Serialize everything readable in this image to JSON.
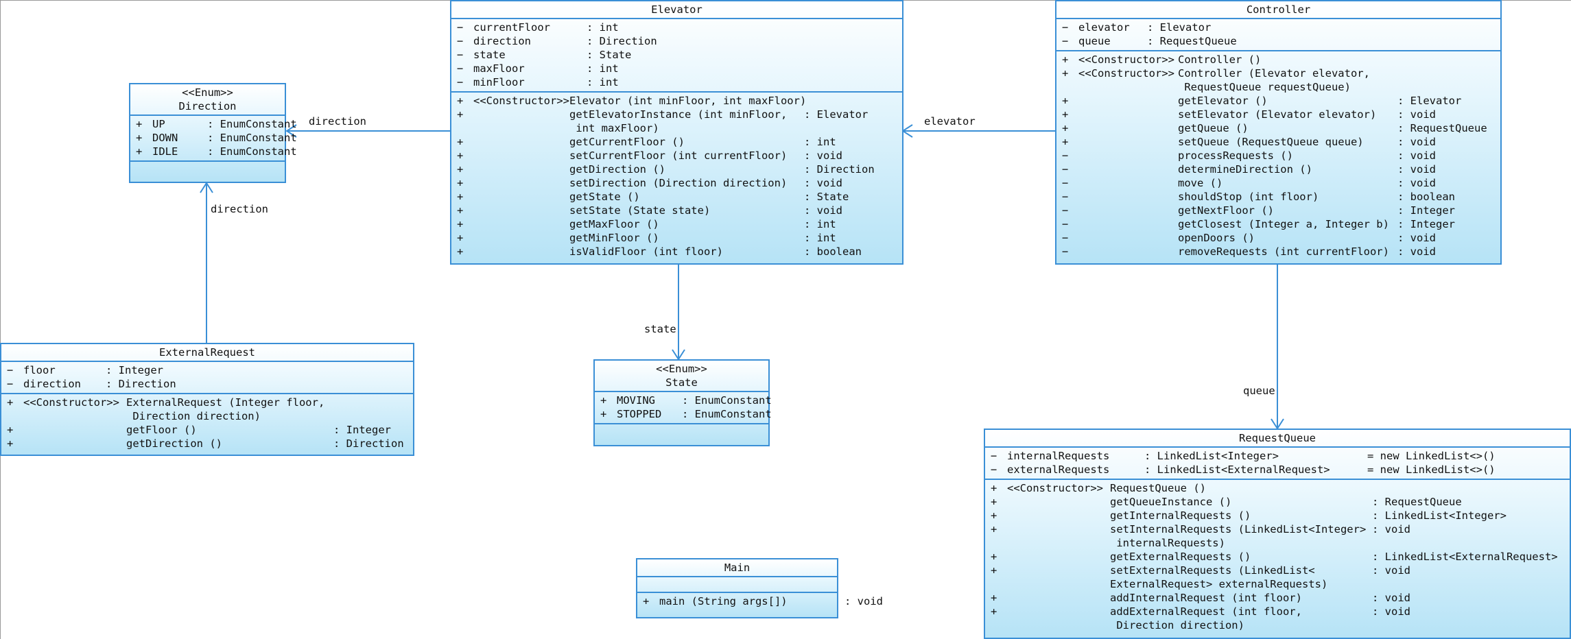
{
  "classes": {
    "elevator": {
      "name": "Elevator",
      "attributes": [
        {
          "vis": "−",
          "name": "currentFloor",
          "type": ": int"
        },
        {
          "vis": "−",
          "name": "direction",
          "type": ": Direction"
        },
        {
          "vis": "−",
          "name": "state",
          "type": ": State"
        },
        {
          "vis": "−",
          "name": "maxFloor",
          "type": ": int"
        },
        {
          "vis": "−",
          "name": "minFloor",
          "type": ": int"
        }
      ],
      "methods": [
        {
          "vis": "+",
          "stereo": "<<Constructor>>",
          "sig": "Elevator (int minFloor, int maxFloor)",
          "ret": ""
        },
        {
          "vis": "+",
          "stereo": "",
          "sig": "getElevatorInstance (int minFloor,",
          "ret": ": Elevator"
        },
        {
          "vis": "",
          "stereo": "",
          "sig": " int maxFloor)",
          "ret": ""
        },
        {
          "vis": "+",
          "stereo": "",
          "sig": "getCurrentFloor ()",
          "ret": ": int"
        },
        {
          "vis": "+",
          "stereo": "",
          "sig": "setCurrentFloor (int currentFloor)",
          "ret": ": void"
        },
        {
          "vis": "+",
          "stereo": "",
          "sig": "getDirection ()",
          "ret": ": Direction"
        },
        {
          "vis": "+",
          "stereo": "",
          "sig": "setDirection (Direction direction)",
          "ret": ": void"
        },
        {
          "vis": "+",
          "stereo": "",
          "sig": "getState ()",
          "ret": ": State"
        },
        {
          "vis": "+",
          "stereo": "",
          "sig": "setState (State state)",
          "ret": ": void"
        },
        {
          "vis": "+",
          "stereo": "",
          "sig": "getMaxFloor ()",
          "ret": ": int"
        },
        {
          "vis": "+",
          "stereo": "",
          "sig": "getMinFloor ()",
          "ret": ": int"
        },
        {
          "vis": "+",
          "stereo": "",
          "sig": "isValidFloor (int floor)",
          "ret": ": boolean"
        }
      ]
    },
    "controller": {
      "name": "Controller",
      "attributes": [
        {
          "vis": "−",
          "name": "elevator",
          "type": ": Elevator"
        },
        {
          "vis": "−",
          "name": "queue",
          "type": ": RequestQueue"
        }
      ],
      "methods": [
        {
          "vis": "+",
          "stereo": "<<Constructor>>",
          "sig": "Controller ()",
          "ret": ""
        },
        {
          "vis": "+",
          "stereo": "<<Constructor>>",
          "sig": "Controller (Elevator elevator,",
          "ret": ""
        },
        {
          "vis": "",
          "stereo": "",
          "sig": " RequestQueue requestQueue)",
          "ret": ""
        },
        {
          "vis": "+",
          "stereo": "",
          "sig": "getElevator ()",
          "ret": ": Elevator"
        },
        {
          "vis": "+",
          "stereo": "",
          "sig": "setElevator (Elevator elevator)",
          "ret": ": void"
        },
        {
          "vis": "+",
          "stereo": "",
          "sig": "getQueue ()",
          "ret": ": RequestQueue"
        },
        {
          "vis": "+",
          "stereo": "",
          "sig": "setQueue (RequestQueue queue)",
          "ret": ": void"
        },
        {
          "vis": "−",
          "stereo": "",
          "sig": "processRequests ()",
          "ret": ": void"
        },
        {
          "vis": "−",
          "stereo": "",
          "sig": "determineDirection ()",
          "ret": ": void"
        },
        {
          "vis": "−",
          "stereo": "",
          "sig": "move ()",
          "ret": ": void"
        },
        {
          "vis": "−",
          "stereo": "",
          "sig": "shouldStop (int floor)",
          "ret": ": boolean"
        },
        {
          "vis": "−",
          "stereo": "",
          "sig": "getNextFloor ()",
          "ret": ": Integer"
        },
        {
          "vis": "−",
          "stereo": "",
          "sig": "getClosest (Integer a, Integer b)",
          "ret": ": Integer"
        },
        {
          "vis": "−",
          "stereo": "",
          "sig": "openDoors ()",
          "ret": ": void"
        },
        {
          "vis": "−",
          "stereo": "",
          "sig": "removeRequests (int currentFloor)",
          "ret": ": void"
        }
      ]
    },
    "direction": {
      "stereotype": "<<Enum>>",
      "name": "Direction",
      "attributes": [
        {
          "vis": "+",
          "name": "UP",
          "type": ": EnumConstant"
        },
        {
          "vis": "+",
          "name": "DOWN",
          "type": ": EnumConstant"
        },
        {
          "vis": "+",
          "name": "IDLE",
          "type": ": EnumConstant"
        }
      ]
    },
    "state": {
      "stereotype": "<<Enum>>",
      "name": "State",
      "attributes": [
        {
          "vis": "+",
          "name": "MOVING",
          "type": ": EnumConstant"
        },
        {
          "vis": "+",
          "name": "STOPPED",
          "type": ": EnumConstant"
        }
      ]
    },
    "external_request": {
      "name": "ExternalRequest",
      "attributes": [
        {
          "vis": "−",
          "name": "floor",
          "type": ": Integer"
        },
        {
          "vis": "−",
          "name": "direction",
          "type": ": Direction"
        }
      ],
      "methods": [
        {
          "vis": "+",
          "stereo": "<<Constructor>>",
          "sig": "ExternalRequest (Integer floor,",
          "ret": ""
        },
        {
          "vis": "",
          "stereo": "",
          "sig": " Direction direction)",
          "ret": ""
        },
        {
          "vis": "+",
          "stereo": "",
          "sig": "getFloor ()",
          "ret": ": Integer"
        },
        {
          "vis": "+",
          "stereo": "",
          "sig": "getDirection ()",
          "ret": ": Direction"
        }
      ]
    },
    "request_queue": {
      "name": "RequestQueue",
      "attributes": [
        {
          "vis": "−",
          "name": "internalRequests",
          "type": ": LinkedList<Integer>",
          "init": "= new LinkedList<>()"
        },
        {
          "vis": "−",
          "name": "externalRequests",
          "type": ": LinkedList<ExternalRequest>",
          "init": "= new LinkedList<>()"
        }
      ],
      "methods": [
        {
          "vis": "+",
          "stereo": "<<Constructor>>",
          "sig": "RequestQueue ()",
          "ret": ""
        },
        {
          "vis": "+",
          "stereo": "",
          "sig": "getQueueInstance ()",
          "ret": ": RequestQueue"
        },
        {
          "vis": "+",
          "stereo": "",
          "sig": "getInternalRequests ()",
          "ret": ": LinkedList<Integer>"
        },
        {
          "vis": "+",
          "stereo": "",
          "sig": "setInternalRequests (LinkedList<Integer>",
          "ret": ": void"
        },
        {
          "vis": "",
          "stereo": "",
          "sig": " internalRequests)",
          "ret": ""
        },
        {
          "vis": "+",
          "stereo": "",
          "sig": "getExternalRequests ()",
          "ret": ": LinkedList<ExternalRequest>"
        },
        {
          "vis": "+",
          "stereo": "",
          "sig": "setExternalRequests (LinkedList<",
          "ret": ": void"
        },
        {
          "vis": "",
          "stereo": "",
          "sig": "ExternalRequest> externalRequests)",
          "ret": ""
        },
        {
          "vis": "+",
          "stereo": "",
          "sig": "addInternalRequest (int floor)",
          "ret": ": void"
        },
        {
          "vis": "+",
          "stereo": "",
          "sig": "addExternalRequest (int floor,",
          "ret": ": void"
        },
        {
          "vis": "",
          "stereo": "",
          "sig": " Direction direction)",
          "ret": ""
        }
      ]
    },
    "main": {
      "name": "Main",
      "attributes": [],
      "methods": [
        {
          "vis": "+",
          "stereo": "",
          "sig": "main (String args[])",
          "ret": ": void"
        }
      ]
    }
  },
  "associations": {
    "elevator_direction": "direction",
    "controller_elevator": "elevator",
    "external_direction": "direction",
    "elevator_state": "state",
    "controller_queue": "queue"
  },
  "colors": {
    "border": "#3a8fd6",
    "fill_top": "#ffffff",
    "fill_bottom": "#b6e3f6"
  }
}
